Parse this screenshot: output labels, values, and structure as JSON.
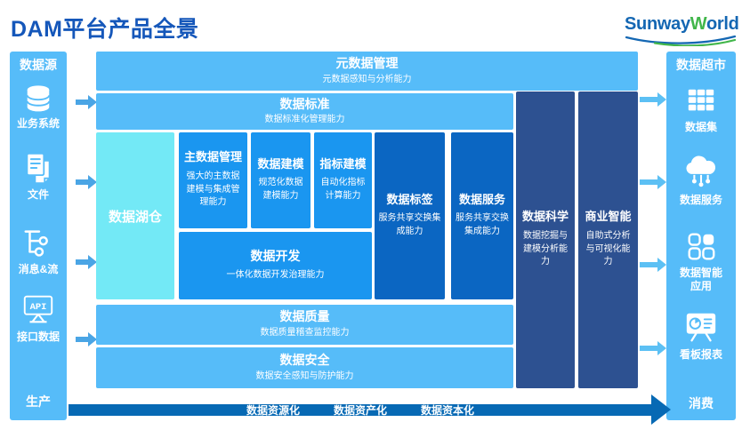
{
  "page": {
    "title": "DAM平台产品全景"
  },
  "logo": {
    "part1": "Sunway",
    "part2": "W",
    "part3": "orld"
  },
  "left_sidebar": {
    "header": "数据源",
    "items": [
      {
        "icon": "database-icon",
        "label": "业务系统"
      },
      {
        "icon": "document-icon",
        "label": "文件"
      },
      {
        "icon": "stream-icon",
        "label": "消息&流"
      },
      {
        "icon": "api-monitor-icon",
        "label": "接口数据"
      }
    ],
    "footer": "生产"
  },
  "right_sidebar": {
    "header": "数据超市",
    "items": [
      {
        "icon": "dataset-grid-icon",
        "label": "数据集"
      },
      {
        "icon": "cloud-service-icon",
        "label": "数据服务"
      },
      {
        "icon": "apps-icon",
        "label": "数据智能应用"
      },
      {
        "icon": "dashboard-icon",
        "label": "看板报表"
      }
    ],
    "footer": "消费"
  },
  "blocks": {
    "metadata": {
      "title": "元数据管理",
      "subtitle": "元数据感知与分析能力"
    },
    "standards": {
      "title": "数据标准",
      "subtitle": "数据标准化管理能力"
    },
    "lakehouse": {
      "title": "数据湖仓"
    },
    "mdm": {
      "title": "主数据管理",
      "subtitle": "强大的主数据建模与集成管理能力"
    },
    "modeling": {
      "title": "数据建模",
      "subtitle": "规范化数据建模能力"
    },
    "metrics": {
      "title": "指标建模",
      "subtitle": "自动化指标计算能力"
    },
    "development": {
      "title": "数据开发",
      "subtitle": "一体化数据开发治理能力"
    },
    "tags": {
      "title": "数据标签",
      "subtitle": "服务共享交换集成能力"
    },
    "services": {
      "title": "数据服务",
      "subtitle": "服务共享交换集成能力"
    },
    "quality": {
      "title": "数据质量",
      "subtitle": "数据质量稽查监控能力"
    },
    "security": {
      "title": "数据安全",
      "subtitle": "数据安全感知与防护能力"
    },
    "science": {
      "title": "数据科学",
      "subtitle": "数据挖掘与建模分析能力"
    },
    "bi": {
      "title": "商业智能",
      "subtitle": "自助式分析与可视化能力"
    }
  },
  "bottom_arrow": {
    "labels": [
      "数据资源化",
      "数据资产化",
      "数据资本化"
    ]
  },
  "colors": {
    "title_text": "#1557ba",
    "sidebar_light_blue": "#56bcf9",
    "lake_cyan": "#73e9f6",
    "block_blue": "#1a96f0",
    "block_mid_blue": "#0b66c2",
    "column_navy": "#2d5191",
    "bottom_arrow_blue": "#0769b4",
    "logo_blue": "#1467b3",
    "logo_green": "#41b64a"
  }
}
